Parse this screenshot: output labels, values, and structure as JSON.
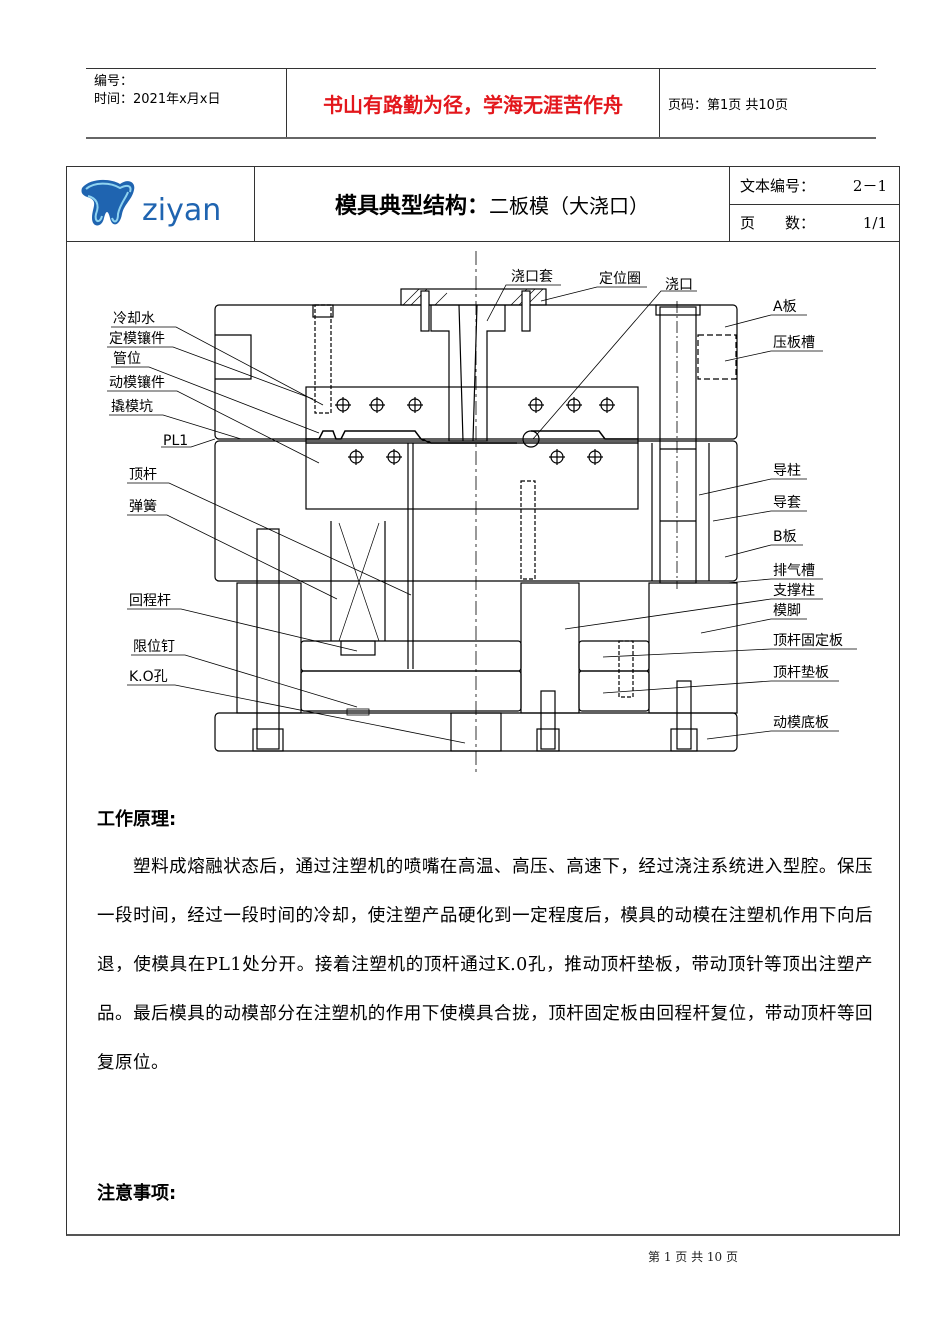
{
  "top_header": {
    "number_label": "编号：",
    "date_label": "时间：2021年x月x日",
    "motto": "书山有路勤为径，学海无涯苦作舟",
    "page_info": "页码：第1页 共10页",
    "motto_color": "#e3171c"
  },
  "title_block": {
    "logo_text": "ziyan",
    "logo_color": "#1f64b0",
    "title_main": "模具典型结构：",
    "title_sub": "二板模（大浇口）",
    "doc_number_label": "文本编号：",
    "doc_number_value": "2－1",
    "pages_label": "页　　数：",
    "pages_value": "1/1"
  },
  "diagram": {
    "left_labels": [
      "冷却水",
      "定模镶件",
      "管位",
      "动模镶件",
      "撬模坑",
      "PL1",
      "顶杆",
      "弹簧",
      "回程杆",
      "限位钉",
      "K.O孔"
    ],
    "top_labels": [
      "浇口套",
      "定位圈",
      "浇口"
    ],
    "right_labels": [
      "A板",
      "压板槽",
      "导柱",
      "导套",
      "B板",
      "排气槽",
      "支撑柱",
      "模脚",
      "顶杆固定板",
      "顶杆垫板",
      "动模底板"
    ]
  },
  "working_principle": {
    "heading": "工作原理:",
    "text": "塑料成熔融状态后，通过注塑机的喷嘴在高温、高压、高速下，经过浇注系统进入型腔。保压一段时间，经过一段时间的冷却，使注塑产品硬化到一定程度后，模具的动模在注塑机作用下向后退，使模具在PL1处分开。接着注塑机的顶杆通过K.0孔，推动顶杆垫板，带动顶针等顶出注塑产品。最后模具的动模部分在注塑机的作用下使模具合拢，顶杆固定板由回程杆复位，带动顶杆等回复原位。"
  },
  "notes": {
    "heading": "注意事项:"
  },
  "footer": {
    "page_text": "第 1 页 共 10 页"
  }
}
